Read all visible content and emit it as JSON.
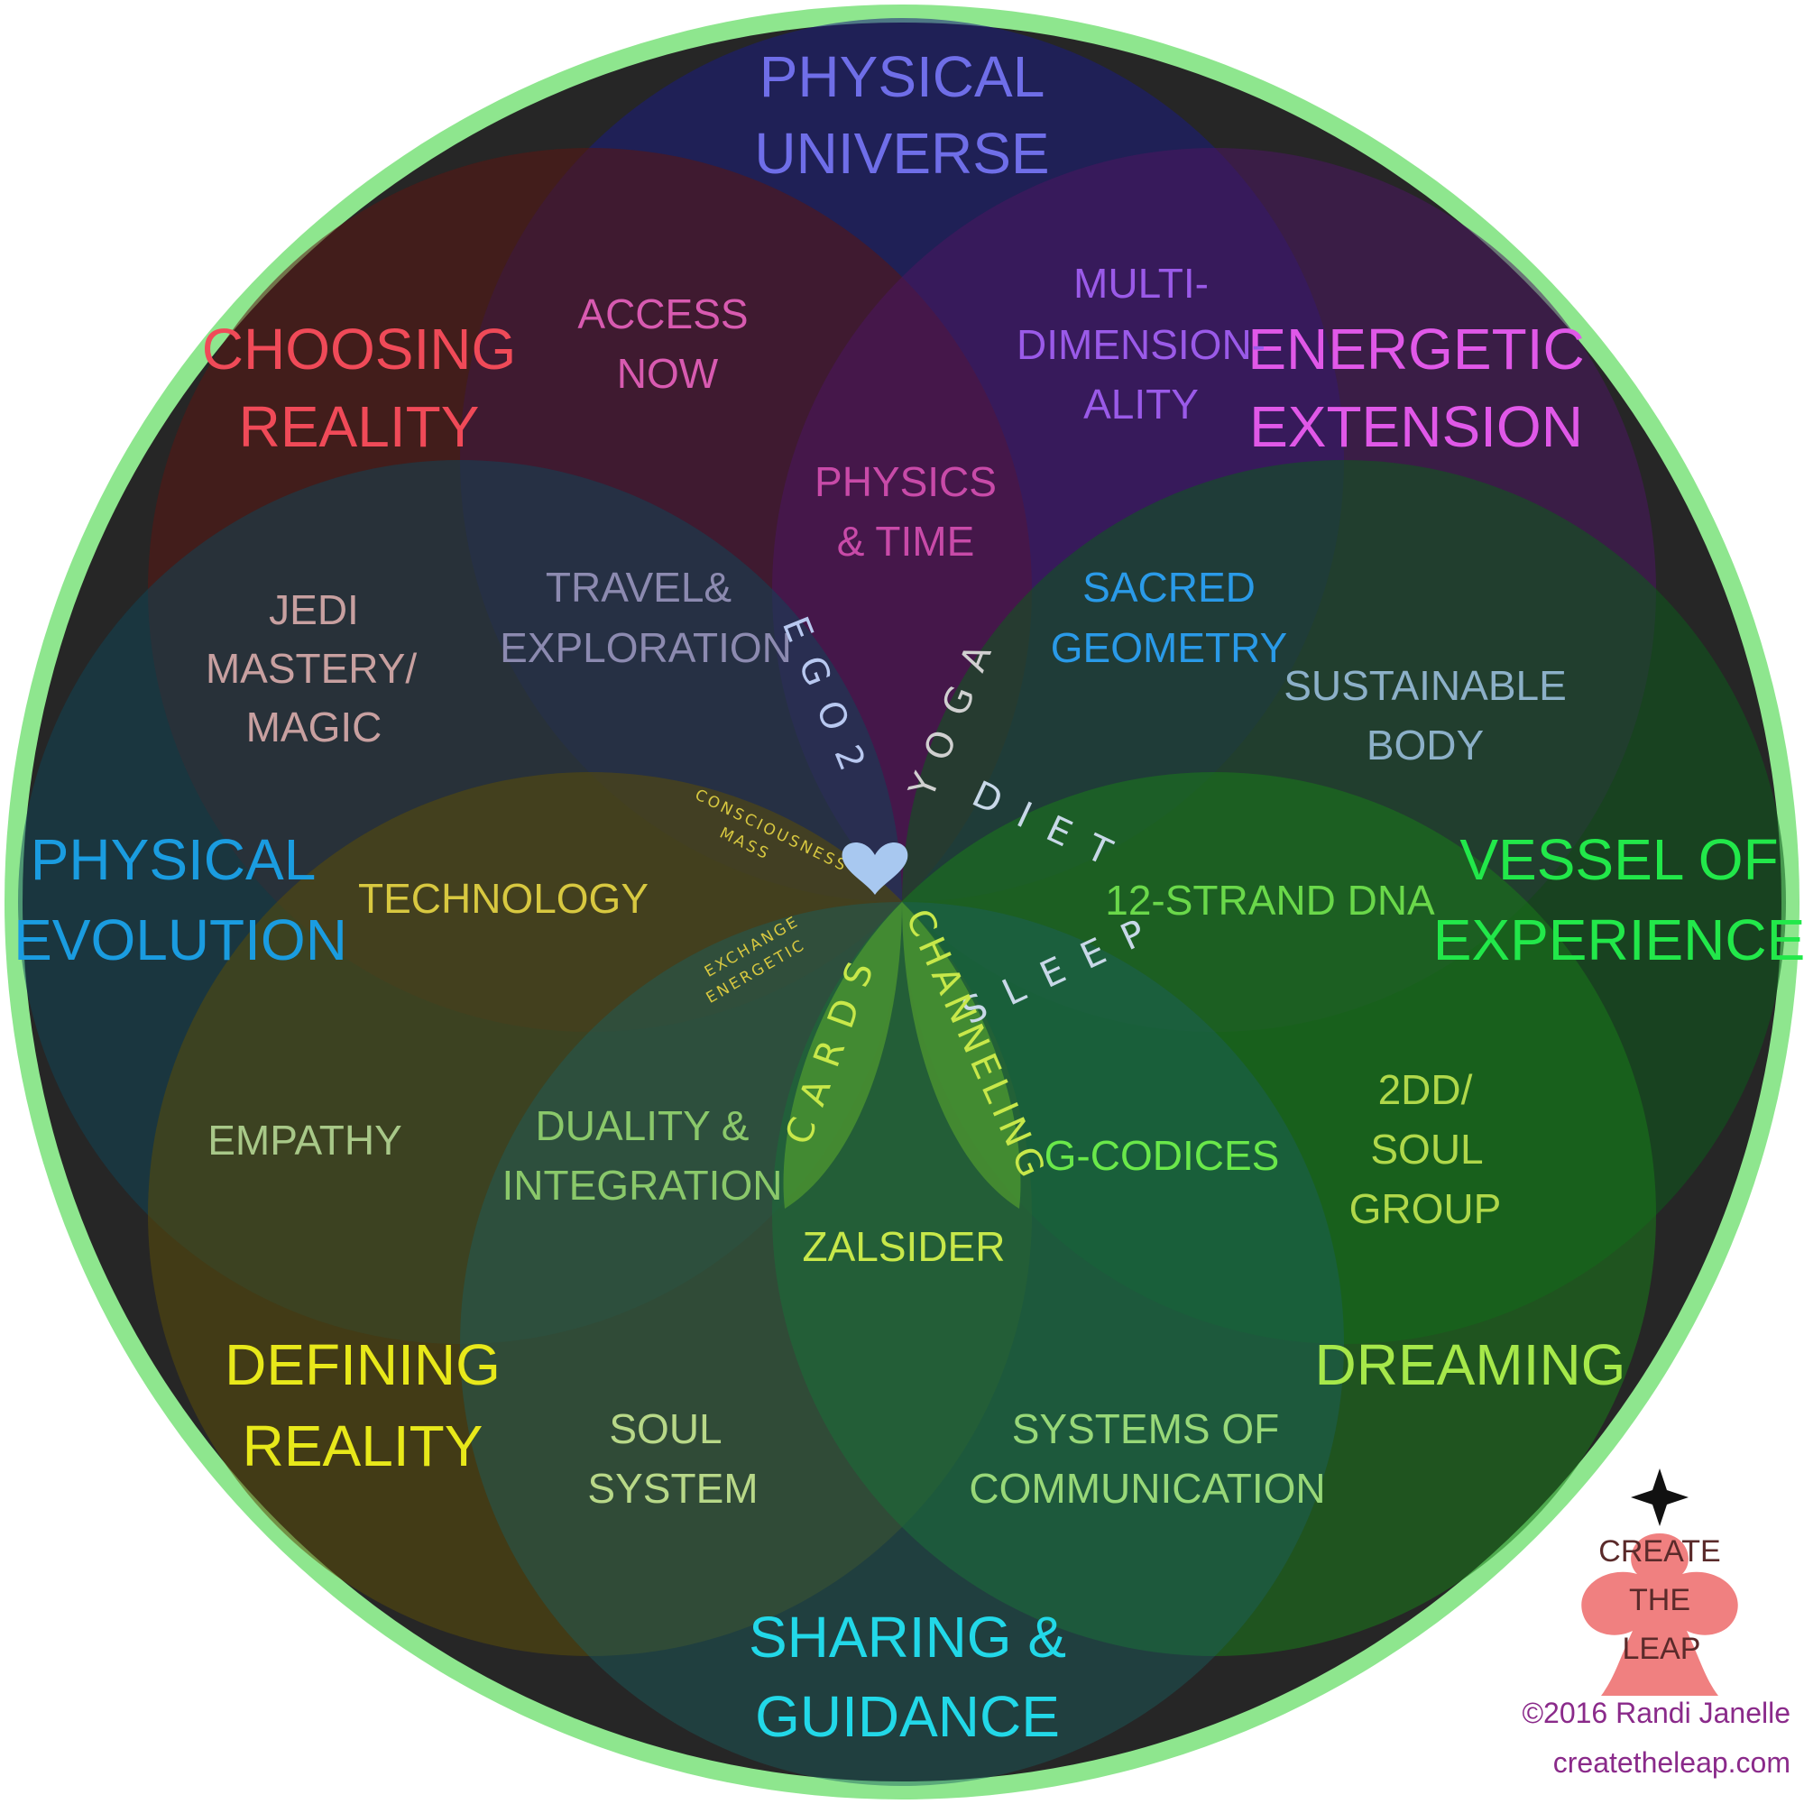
{
  "colors": {
    "background_disc": "#262626",
    "ring": "#8ee68e",
    "physical_universe": "#1a1c7e",
    "choosing_reality": "#5a1612",
    "energetic_extension": "#4a1560",
    "physical_evolution": "#0e4558",
    "vessel_of_experience": "#0c5a1c",
    "defining_reality": "#5a4c0a",
    "dreaming": "#1a7a1a",
    "sharing_guidance": "#1a6060"
  },
  "outer_labels": {
    "physical_universe": [
      "PHYSICAL",
      "UNIVERSE"
    ],
    "choosing_reality": [
      "CHOOSING",
      "REALITY"
    ],
    "energetic_extension": [
      "ENERGETIC",
      "EXTENSION"
    ],
    "physical_evolution": [
      "PHYSICAL",
      "EVOLUTION"
    ],
    "vessel_of_experience": [
      "VESSEL OF",
      "EXPERIENCE"
    ],
    "defining_reality": [
      "DEFINING",
      "REALITY"
    ],
    "dreaming": [
      "DREAMING"
    ],
    "sharing_guidance": [
      "SHARING &",
      "GUIDANCE"
    ]
  },
  "inner_labels": {
    "access_now": [
      "ACCESS",
      "NOW"
    ],
    "multidimensionality": [
      "MULTI-",
      "DIMENSION-",
      "ALITY"
    ],
    "physics_time": [
      "PHYSICS",
      "& TIME"
    ],
    "jedi": [
      "JEDI",
      "MASTERY/",
      "MAGIC"
    ],
    "travel": [
      "TRAVEL&",
      "EXPLORATION"
    ],
    "sacred_geometry": [
      "SACRED",
      "GEOMETRY"
    ],
    "sustainable_body": [
      "SUSTAINABLE",
      "BODY"
    ],
    "technology": [
      "TECHNOLOGY"
    ],
    "dna": [
      "12-STRAND DNA"
    ],
    "empathy": [
      "EMPATHY"
    ],
    "duality": [
      "DUALITY &",
      "INTEGRATION"
    ],
    "g_codices": [
      "G-CODICES"
    ],
    "twodd": [
      "2DD/",
      "SOUL",
      "GROUP"
    ],
    "zalsider": [
      "ZALSIDER"
    ],
    "soul_system": [
      "SOUL",
      "SYSTEM"
    ],
    "systems_comm": [
      "SYSTEMS OF",
      "COMMUNICATION"
    ]
  },
  "petal_words": {
    "ego2": "EGO2",
    "yoga": "YOGA",
    "diet": "DIET",
    "sleep": "SLEEP",
    "cards": "CARDS",
    "channeling": "CHANNELING",
    "mass_consciousness": [
      "CONSCIOUSNESS",
      "MASS"
    ],
    "energetic_exchange": [
      "EXCHANGE",
      "ENERGETIC"
    ]
  },
  "logo": {
    "lines": [
      "CREATE",
      "THE",
      "LEAP"
    ]
  },
  "credit": {
    "copyright": "©2016 Randi Janelle",
    "url": "createtheleap.com"
  }
}
